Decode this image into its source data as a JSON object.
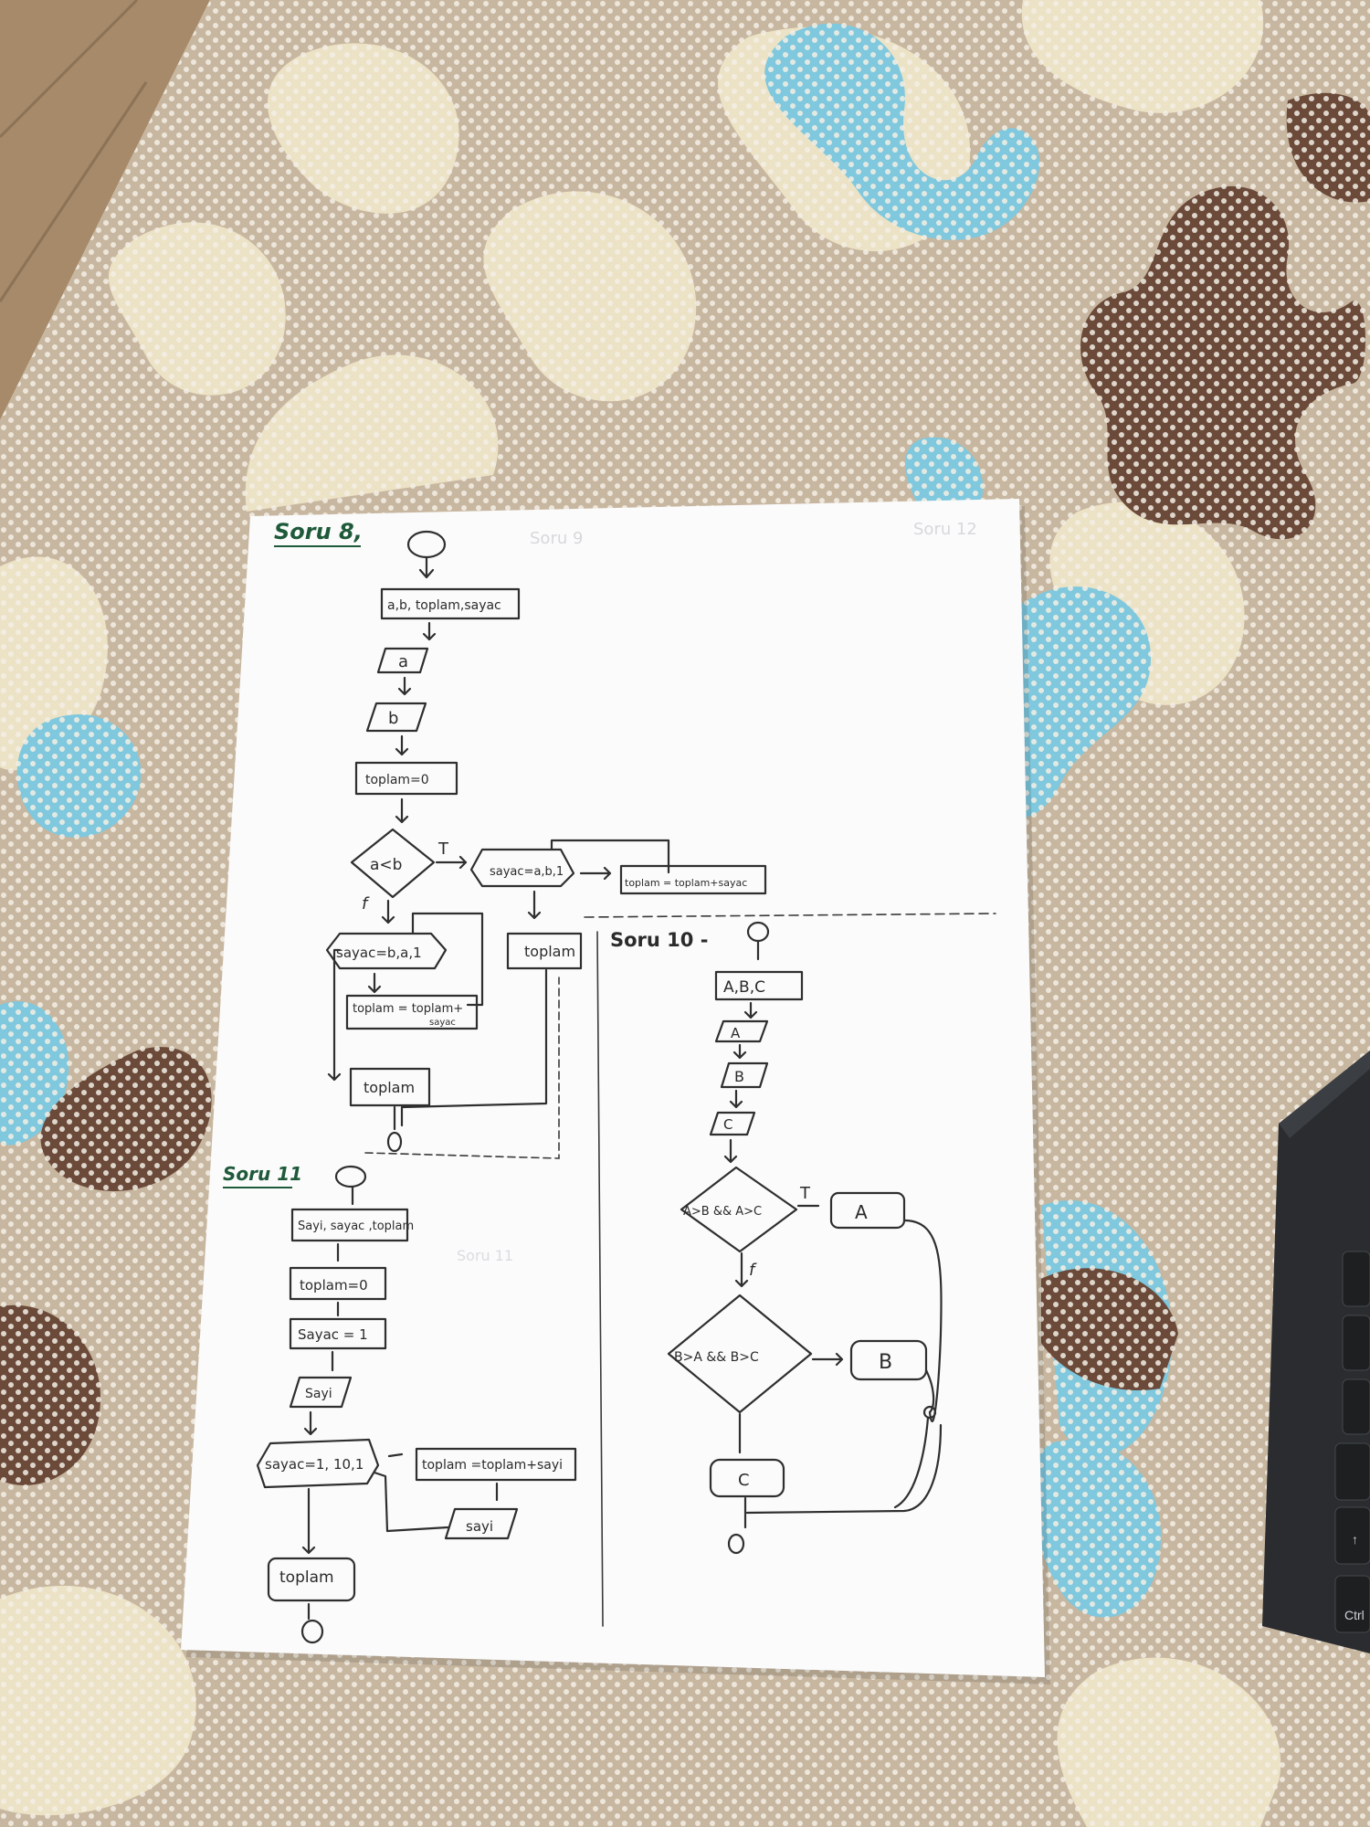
{
  "sections": {
    "soru8": {
      "title": "Soru 8,",
      "declare": "a,b, toplam,sayac",
      "input_a": "a",
      "input_b": "b",
      "init": "toplam=0",
      "condition": "a<b",
      "true_label": "T",
      "false_label": "f",
      "loop_true": "sayac=a,b,1",
      "body_true": "toplam = toplam+sayac",
      "output_true": "toplam",
      "loop_false": "sayac=b,a,1",
      "body_false_line1": "toplam = toplam+",
      "body_false_line2": "sayac",
      "output_false": "toplam"
    },
    "soru10": {
      "title": "Soru 10 -",
      "declare": "A,B,C",
      "input_a": "A",
      "input_b": "B",
      "input_c": "C",
      "cond1": "A>B && A>C",
      "cond1_true": "T",
      "cond1_false": "f",
      "out_a": "A",
      "cond2": "B>A && B>C",
      "out_b": "B",
      "out_c": "C"
    },
    "soru11": {
      "title": "Soru 11",
      "declare": "Sayi, sayac ,toplam",
      "init1": "toplam=0",
      "init2": "Sayac = 1",
      "input": "Sayi",
      "loop": "sayac=1, 10,1",
      "body": "toplam =toplam+sayi",
      "input2": "sayi",
      "output": "toplam"
    }
  },
  "keyboard": {
    "key_ctrl": "Ctrl",
    "key_arrow": "↑"
  },
  "colors": {
    "paper": "#fbfbfc",
    "ink": "#2f2f2f",
    "title_ink": "#1e5a3a",
    "fabric_base": "#c8b7a0",
    "fabric_cream": "#ece2c6",
    "fabric_blue": "#7fc8de",
    "fabric_brown": "#6b4a3a",
    "laptop": "#2a2c2f"
  }
}
